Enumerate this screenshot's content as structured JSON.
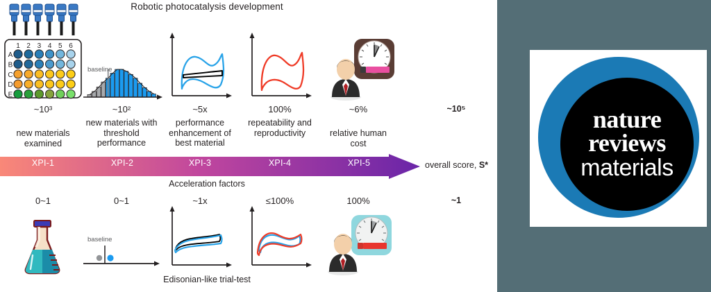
{
  "figure": {
    "top_title": "Robotic photocatalysis development",
    "bottom_title": "Edisonian-like trial-test",
    "band_caption": "Acceleration factors",
    "overall_label_prefix": "overall score, ",
    "overall_label_symbol": "S*"
  },
  "xpi_band": {
    "gradient_start": "#f98878",
    "gradient_mid": "#c0469e",
    "gradient_end": "#6a25a8",
    "labels": [
      "XPI-1",
      "XPI-2",
      "XPI-3",
      "XPI-4",
      "XPI-5"
    ]
  },
  "robotic_row": {
    "values": [
      "~10³",
      "~10²",
      "~5x",
      "100%",
      "~6%"
    ],
    "descriptions": [
      "new materials\nexamined",
      "new materials\nwith threshold\nperformance",
      "performance\nenhancement\nof best material",
      "repeatability\nand\nreproductivity",
      "relative human\ncost"
    ],
    "score": "~10⁵"
  },
  "edisonian_row": {
    "values": [
      "0~1",
      "0~1",
      "~1x",
      "≤100%",
      "100%"
    ],
    "score": "~1"
  },
  "plate": {
    "column_headers": [
      "1",
      "2",
      "3",
      "4",
      "5",
      "6"
    ],
    "row_headers": [
      "A",
      "B",
      "C",
      "D",
      "E"
    ],
    "well_colors": [
      [
        "#1f5c8b",
        "#1f6a9c",
        "#2a7fb8",
        "#3f93c9",
        "#72b6dd",
        "#a8d3ec"
      ],
      [
        "#1f5c8b",
        "#22699b",
        "#2a7fb8",
        "#4b9ace",
        "#72b6dd",
        "#a8d3ec"
      ],
      [
        "#f5a02d",
        "#f8aa2b",
        "#fbbd23",
        "#fcc71c",
        "#fdcb18",
        "#fdce16"
      ],
      [
        "#f59c2e",
        "#f9ae29",
        "#fbbf22",
        "#fcc71c",
        "#fdcb18",
        "#fdce16"
      ],
      [
        "#169c3c",
        "#2aa03a",
        "#5c9a2c",
        "#86a33b",
        "#6fd05a",
        "#79e06b"
      ]
    ],
    "pipette_color": "#3a79c4",
    "pipette_count": 6
  },
  "histogram": {
    "baseline_label": "baseline",
    "bar_color": "#1b9bf0",
    "grey_color": "#a7a9ac",
    "grey_bars": [
      4,
      9,
      16,
      24
    ],
    "blue_bars": [
      30,
      38,
      44,
      44,
      41,
      36,
      30,
      22,
      15,
      9,
      5
    ],
    "baseline_index": 4
  },
  "scatter": {
    "baseline_label": "baseline",
    "points": [
      {
        "color": "#939598",
        "label": "grey-point"
      },
      {
        "color": "#1b9bf0",
        "label": "blue-point"
      }
    ]
  },
  "cv_plots": {
    "blue": "#29a3e8",
    "red": "#ef3b27",
    "black": "#000000"
  },
  "icons": {
    "clock_top": {
      "frame": "#5a3d35",
      "band": "#e94fa0",
      "face": "#ffffff"
    },
    "clock_bottom": {
      "frame": "#8fd7de",
      "band": "#e8352e",
      "face": "#f1f2f2"
    },
    "businessman": {
      "suit": "#2b2b2b",
      "skin": "#f3d0aa",
      "tie": "#b01f24"
    },
    "flask": {
      "liquid_left": "#31b9bf",
      "liquid_right": "#1b8ca8",
      "cap": "#3b3bb5",
      "outline": "#7b1a1a"
    }
  },
  "journal_logo": {
    "line1": "nature",
    "line2": "reviews",
    "line3": "materials",
    "ring_color": "#1b7ab5",
    "disc_color": "#000000"
  }
}
